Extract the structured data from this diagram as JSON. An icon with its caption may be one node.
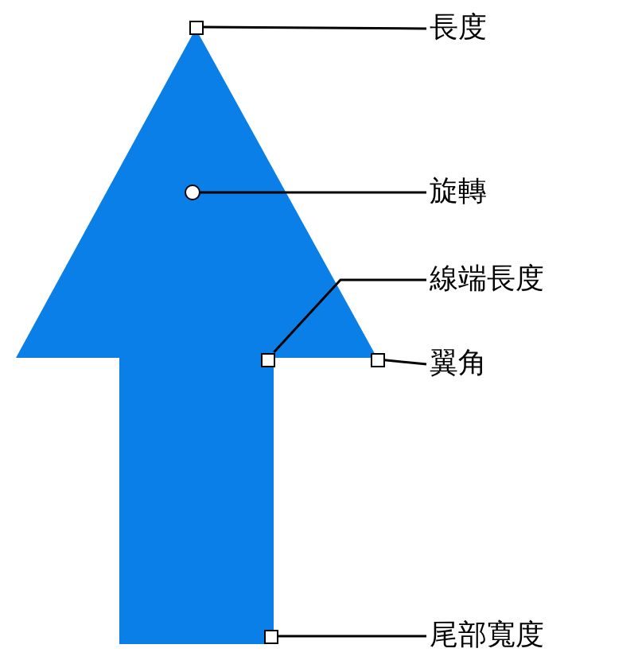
{
  "diagram": {
    "nodes": [
      {
        "text": [],
        "shape": "box"
      },
      {
        "text": [
          "長度"
        ]
      },
      {
        "text": [],
        "shape": "circle"
      },
      {
        "text": [
          "旋轉"
        ]
      },
      {
        "text": [],
        "shape": "box"
      },
      {
        "text": [
          "線端長度"
        ]
      },
      {
        "text": [],
        "shape": "box"
      },
      {
        "text": [
          "翼角"
        ]
      },
      {
        "text": [],
        "shape": "box"
      },
      {
        "text": [
          "尾部寬度"
        ]
      }
    ],
    "edges": [
      {
        "from": 1,
        "to": 0,
        "arrow": "none"
      },
      {
        "from": 3,
        "to": 2,
        "arrow": "none"
      },
      {
        "from": 5,
        "to": 4,
        "arrow": "none"
      },
      {
        "from": 7,
        "to": 6,
        "arrow": "none"
      },
      {
        "from": 9,
        "to": 8,
        "arrow": "none"
      }
    ]
  }
}
